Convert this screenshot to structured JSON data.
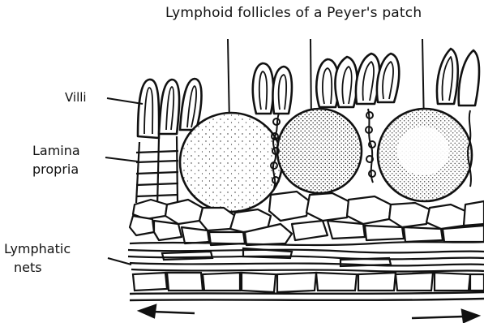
{
  "title": "Lymphoid follicles of a Peyer's patch",
  "labels": {
    "villi": "Villi",
    "lamina_line1": "Lamina",
    "lamina_line2": "propria",
    "lymphatic_line1": "Lymphatic",
    "lymphatic_line2": "nets"
  },
  "colors": {
    "ink": "#111111",
    "background": "#ffffff"
  }
}
